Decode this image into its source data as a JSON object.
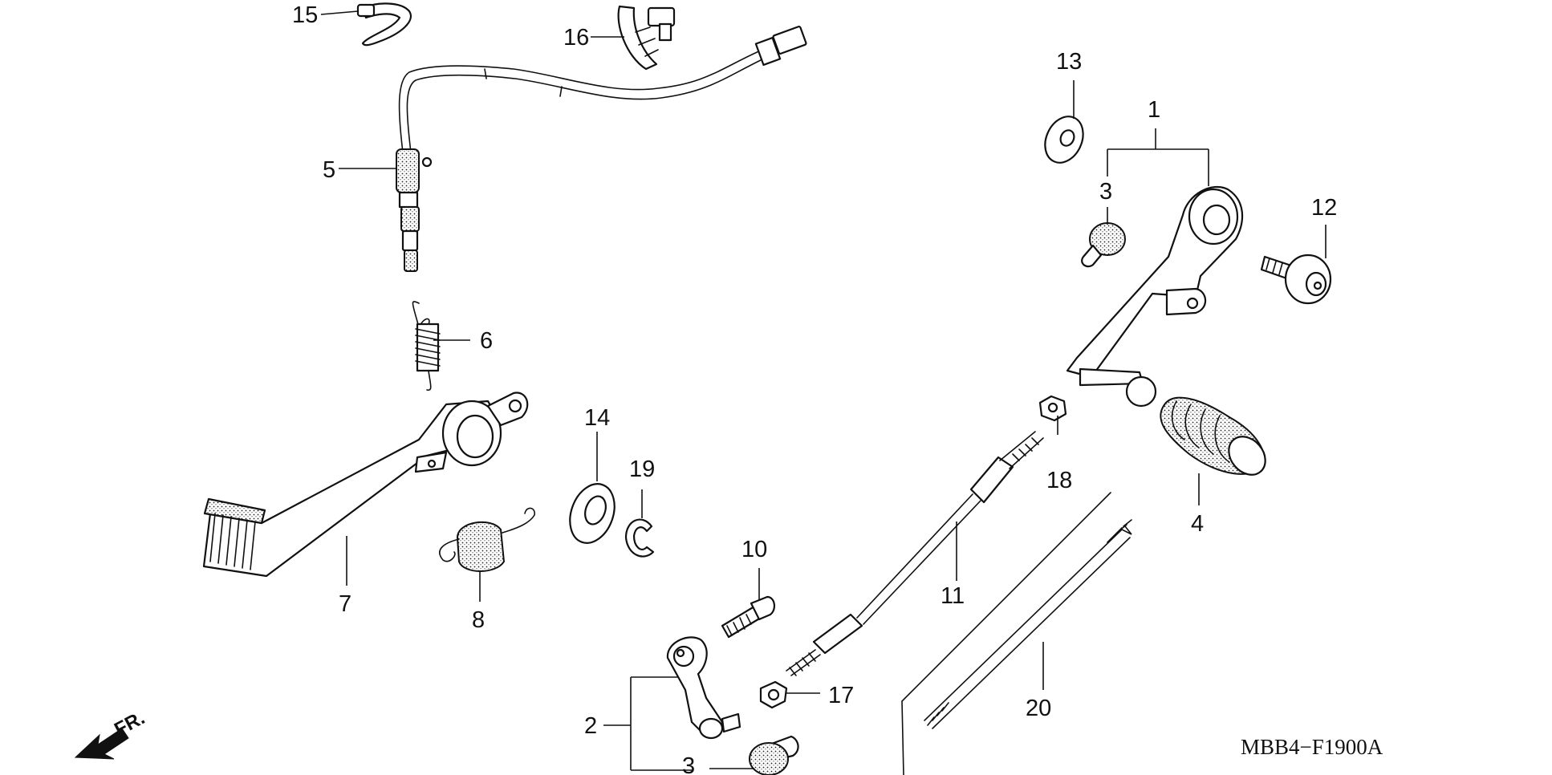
{
  "figure_code": "MBB4−F1900A",
  "direction_label": "FR.",
  "callouts": [
    {
      "id": "c1",
      "label": "1"
    },
    {
      "id": "c2",
      "label": "2"
    },
    {
      "id": "c3a",
      "label": "3"
    },
    {
      "id": "c3b",
      "label": "3"
    },
    {
      "id": "c4",
      "label": "4"
    },
    {
      "id": "c5",
      "label": "5"
    },
    {
      "id": "c6",
      "label": "6"
    },
    {
      "id": "c7",
      "label": "7"
    },
    {
      "id": "c8",
      "label": "8"
    },
    {
      "id": "c10",
      "label": "10"
    },
    {
      "id": "c11",
      "label": "11"
    },
    {
      "id": "c12",
      "label": "12"
    },
    {
      "id": "c13",
      "label": "13"
    },
    {
      "id": "c14",
      "label": "14"
    },
    {
      "id": "c15",
      "label": "15"
    },
    {
      "id": "c16",
      "label": "16"
    },
    {
      "id": "c17",
      "label": "17"
    },
    {
      "id": "c18",
      "label": "18"
    },
    {
      "id": "c19",
      "label": "19"
    },
    {
      "id": "c20",
      "label": "20"
    }
  ],
  "icons": [
    "front-direction-arrow-icon"
  ]
}
